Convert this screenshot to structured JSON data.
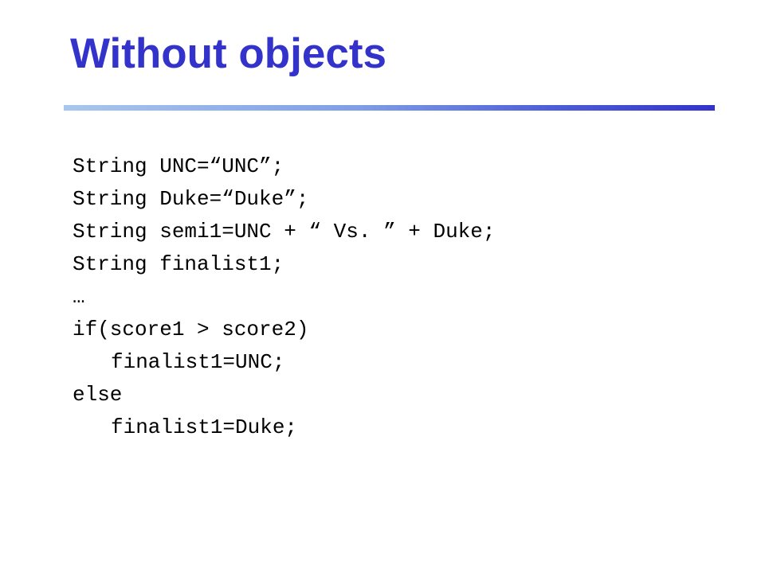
{
  "slide": {
    "title": "Without objects",
    "code_lines": [
      {
        "text": "String UNC=“UNC”;",
        "indent": false
      },
      {
        "text": "String Duke=“Duke”;",
        "indent": false
      },
      {
        "text": "String semi1=UNC + “ Vs. ” + Duke;",
        "indent": false
      },
      {
        "text": "String finalist1;",
        "indent": false
      },
      {
        "text": "…",
        "indent": false
      },
      {
        "text": "if(score1 > score2)",
        "indent": false
      },
      {
        "text": "finalist1=UNC;",
        "indent": true
      },
      {
        "text": "else",
        "indent": false
      },
      {
        "text": "finalist1=Duke;",
        "indent": true
      }
    ]
  },
  "colors": {
    "title": "#3333cc",
    "rule_start": "#a9c6ee",
    "rule_end": "#3333cc",
    "code_text": "#000000",
    "background": "#ffffff"
  }
}
